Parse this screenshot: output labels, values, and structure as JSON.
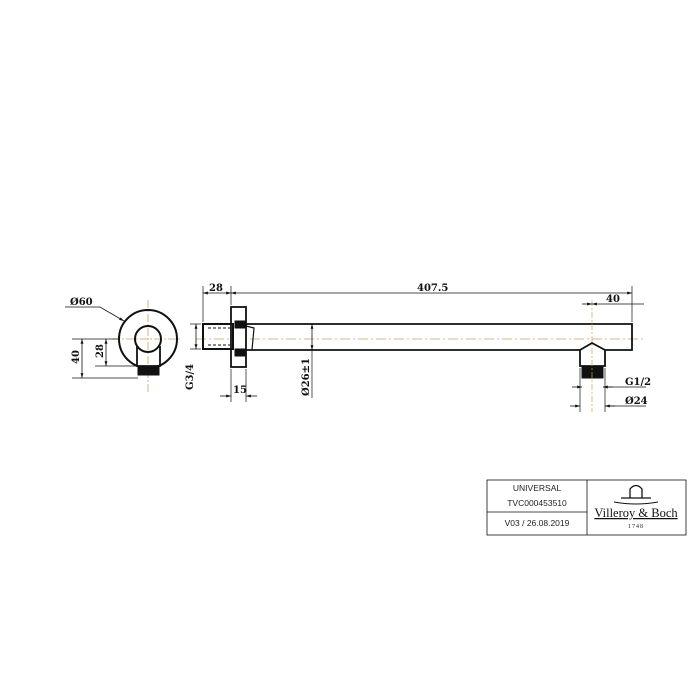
{
  "dimensions": {
    "front_diameter": "Ø60",
    "front_height": "40",
    "front_inner": "28",
    "flange_width": "28",
    "total_length": "407.5",
    "outlet_offset": "40",
    "inlet_thread": "G3/4",
    "flange_thickness": "15",
    "pipe_diameter": "Ø26±1",
    "outlet_thread": "G1/2",
    "outlet_diameter": "Ø24"
  },
  "title_block": {
    "name": "UNIVERSAL",
    "code": "TVC000453510",
    "version": "V03 / 26.08.2019",
    "brand": "Villeroy & Boch",
    "brand_year": "1748"
  }
}
